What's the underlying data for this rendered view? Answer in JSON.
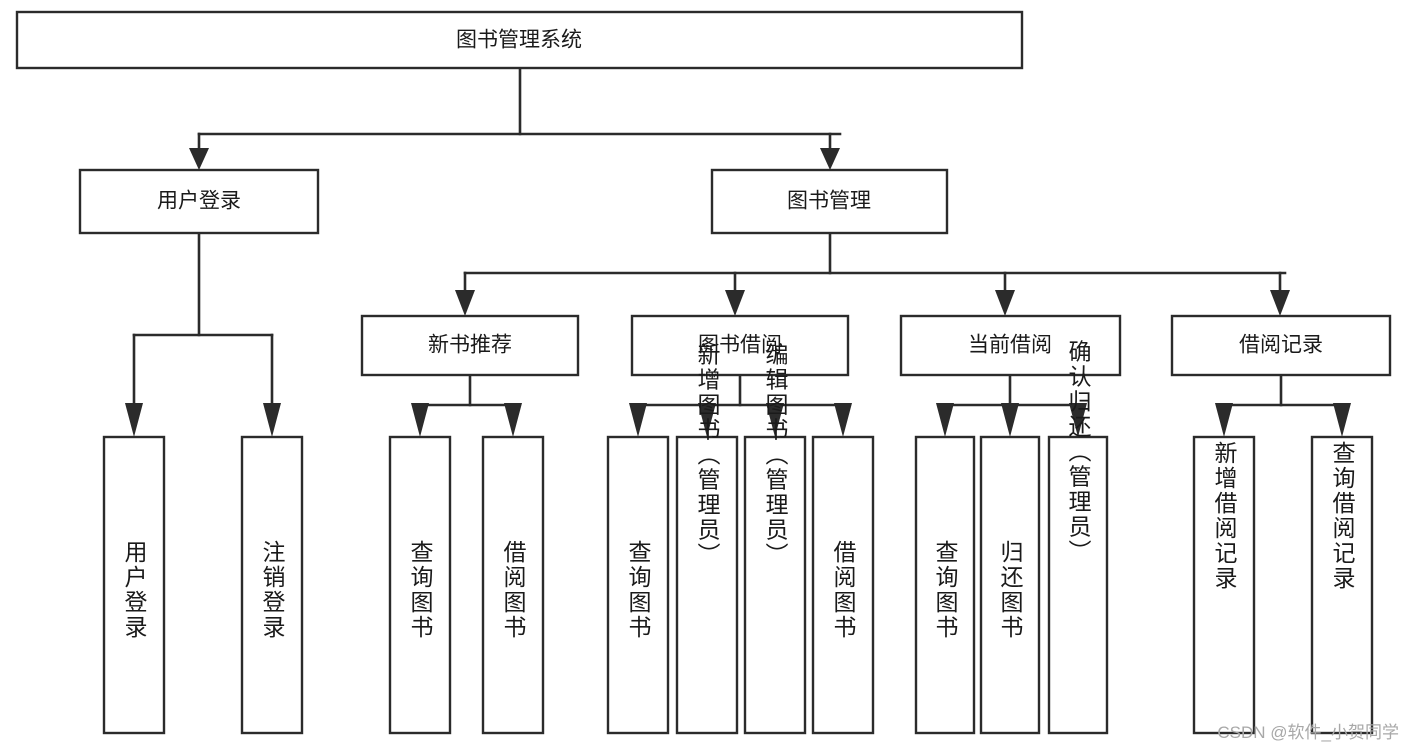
{
  "diagram": {
    "title": "图书管理系统",
    "type": "tree-hierarchy-diagram",
    "colors": {
      "box_stroke": "#2b2b2b",
      "box_fill": "#ffffff",
      "connector": "#2b2b2b",
      "text": "#1a1a1a",
      "watermark": "#a8a8a8",
      "background": "#ffffff"
    },
    "root": {
      "label": "图书管理系统"
    },
    "level1": [
      {
        "label": "用户登录"
      },
      {
        "label": "图书管理"
      }
    ],
    "level2": [
      {
        "label": "新书推荐"
      },
      {
        "label": "图书借阅"
      },
      {
        "label": "当前借阅"
      },
      {
        "label": "借阅记录"
      }
    ],
    "leaves": {
      "user_login": [
        {
          "label": "用户登录"
        },
        {
          "label": "注销登录"
        }
      ],
      "new_book_recommend": [
        {
          "label": "查询图书"
        },
        {
          "label": "借阅图书"
        }
      ],
      "book_borrow": [
        {
          "label": "查询图书"
        },
        {
          "label": "新增图书（管理员）"
        },
        {
          "label": "编辑图书（管理员）"
        },
        {
          "label": "借阅图书"
        }
      ],
      "current_borrow": [
        {
          "label": "查询图书"
        },
        {
          "label": "归还图书"
        },
        {
          "label": "确认归还（管理员）"
        }
      ],
      "borrow_record": [
        {
          "label": "新增借阅记录"
        },
        {
          "label": "查询借阅记录"
        }
      ]
    },
    "watermark": "CSDN @软件_小贺同学"
  }
}
